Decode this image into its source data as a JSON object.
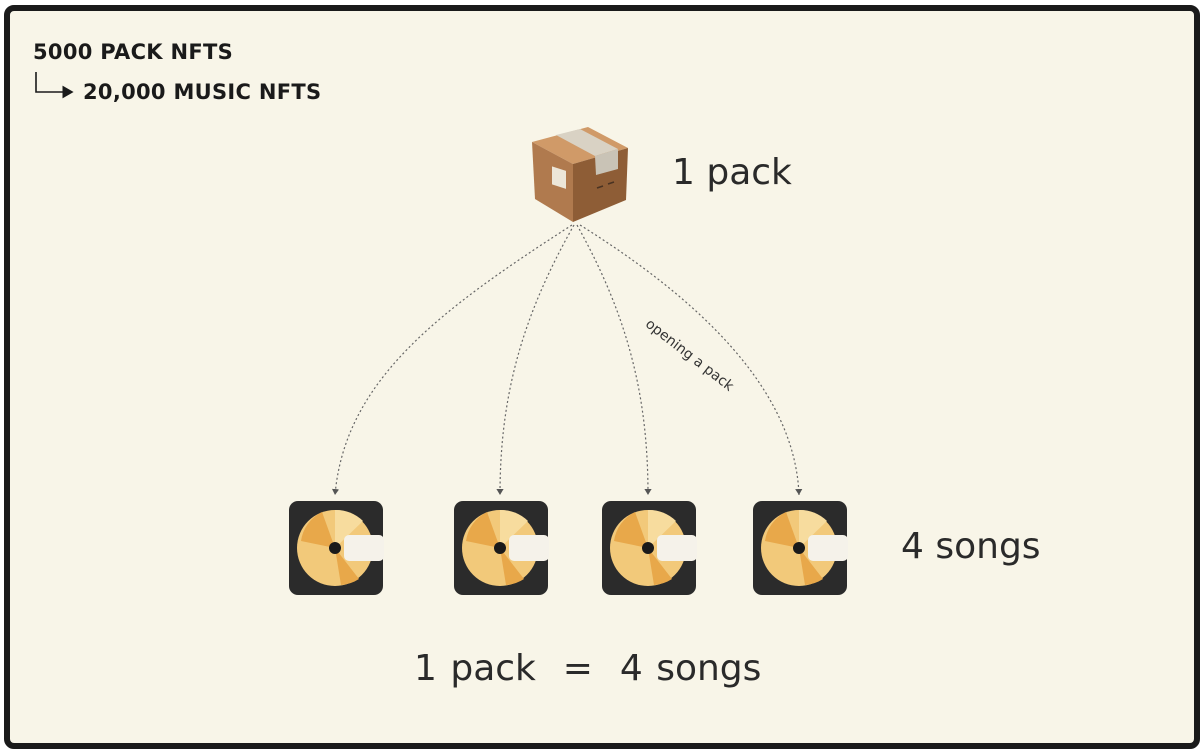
{
  "header": {
    "pack_count_text": "5000 PACK NFTS",
    "music_count_text": "20,000 MUSIC NFTS"
  },
  "diagram": {
    "pack_label": "1 pack",
    "songs_label": "4 songs",
    "edge_label": "opening a pack",
    "equation_left": "1 pack",
    "equation_sign": "=",
    "equation_right": "4 songs",
    "song_count": 4
  },
  "icons": {
    "pack": "cardboard-box-icon",
    "song": "music-disc-icon"
  },
  "colors": {
    "background": "#f8f5e8",
    "border": "#1a1a1a",
    "box": "#b07a4e",
    "tape": "#c9c3b6",
    "tile": "#2b2b2b",
    "disc": "#f2c97a",
    "disc_dark": "#e8a84a"
  }
}
